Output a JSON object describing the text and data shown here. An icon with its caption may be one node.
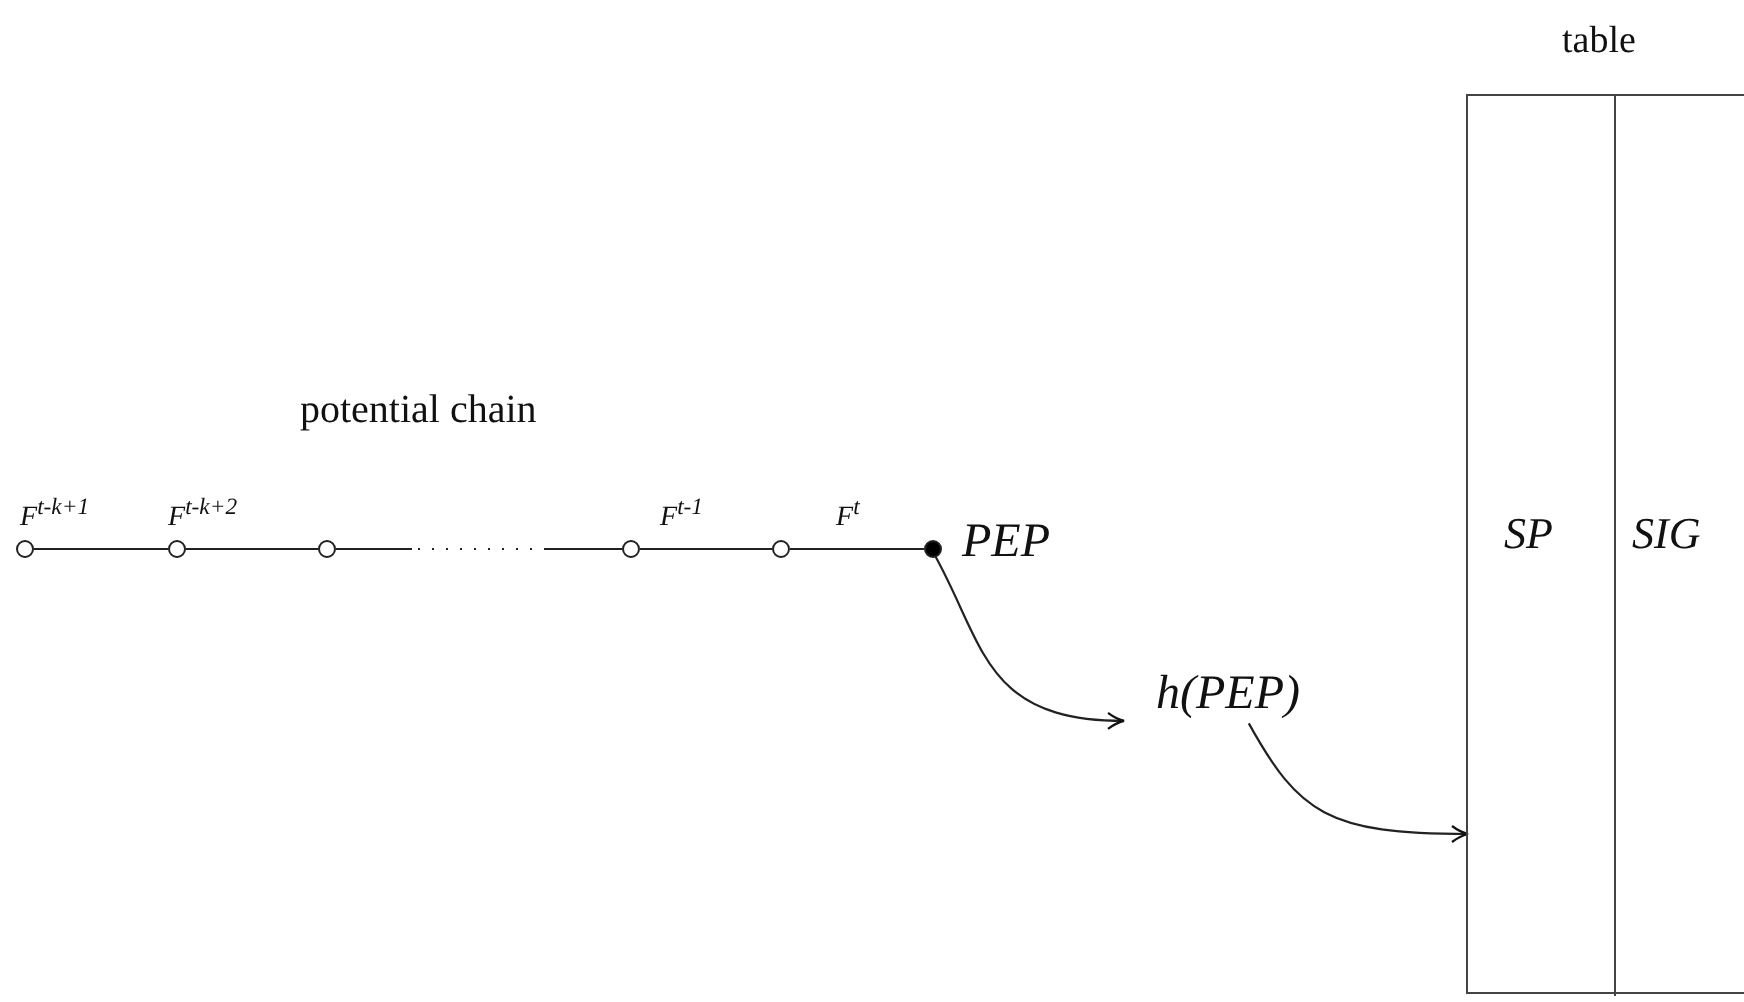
{
  "diagram": {
    "nodes": [
      {
        "text": [],
        "shape": "circle"
      },
      {
        "text": [],
        "shape": "circle"
      },
      {
        "text": [],
        "shape": "circle"
      },
      {
        "text": [],
        "shape": "circle"
      },
      {
        "text": [],
        "shape": "circle"
      },
      {
        "text": [],
        "shape": "circle",
        "beside": [
          "PEP"
        ]
      },
      {
        "text": [
          "h(PEP)"
        ]
      },
      {
        "text": [
          "table"
        ]
      },
      {
        "text": [
          "SP"
        ],
        "in": 7
      },
      {
        "text": [
          "SIG"
        ],
        "in": 7
      }
    ],
    "edges": [
      {
        "from": 0,
        "to": 1,
        "arrow": "none",
        "label": "F$^{t-k+1}$"
      },
      {
        "from": 1,
        "to": 2,
        "arrow": "none",
        "label": "F$^{t-k+2}$"
      },
      {
        "from": 2,
        "to": 3,
        "arrow": "none",
        "style": "dashed"
      },
      {
        "from": 3,
        "to": 4,
        "arrow": "none",
        "label": "F$^{t-1}$"
      },
      {
        "from": 4,
        "to": 5,
        "arrow": "none",
        "label": "F$^{t}$"
      },
      {
        "from": 5,
        "to": 6,
        "arrow": "to"
      },
      {
        "from": 6,
        "to": 8,
        "arrow": "to"
      }
    ],
    "labels": [
      "potential chain"
    ]
  }
}
